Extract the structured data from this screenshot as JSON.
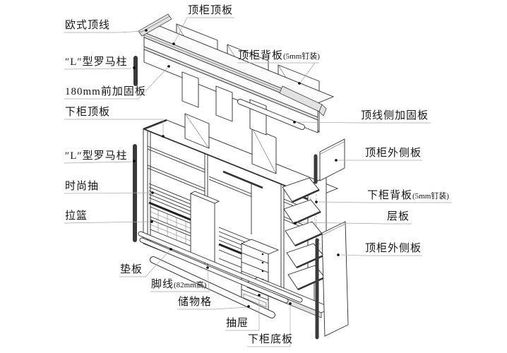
{
  "palette": {
    "ink": "#2b2b2b",
    "leader": "#a8a8a8",
    "dark": "#3a3a3a",
    "paper": "#ffffff"
  },
  "labels": {
    "crown_molding": {
      "text": "欧式顶线"
    },
    "roman_column_upper": {
      "text": "″L″型罗马柱"
    },
    "front_reinforcement": {
      "text": "180mm前加固板"
    },
    "lower_cabinet_top": {
      "text": "下柜顶板"
    },
    "roman_column_lower": {
      "text": "″L″型罗马柱"
    },
    "fashion_drawer": {
      "text": "时尚抽"
    },
    "pull_basket": {
      "text": "拉篮"
    },
    "pad_board": {
      "text": "垫板"
    },
    "skirting": {
      "text": "脚线",
      "note": "(82mm高)"
    },
    "storage_grid": {
      "text": "储物格"
    },
    "drawer": {
      "text": "抽屉"
    },
    "lower_cabinet_bottom": {
      "text": "下柜底板"
    },
    "top_cabinet_top": {
      "text": "顶柜顶板"
    },
    "top_cabinet_back": {
      "text": "顶柜背板",
      "note": "(5mm钉装)"
    },
    "crown_side_reinforcement": {
      "text": "顶线侧加固板"
    },
    "top_cabinet_side_upper": {
      "text": "顶柜外侧板"
    },
    "lower_cabinet_back": {
      "text": "下柜背板",
      "note": "(5mm钉装)"
    },
    "shelf_board": {
      "text": "层板"
    },
    "top_cabinet_side_lower": {
      "text": "顶柜外侧板"
    }
  }
}
